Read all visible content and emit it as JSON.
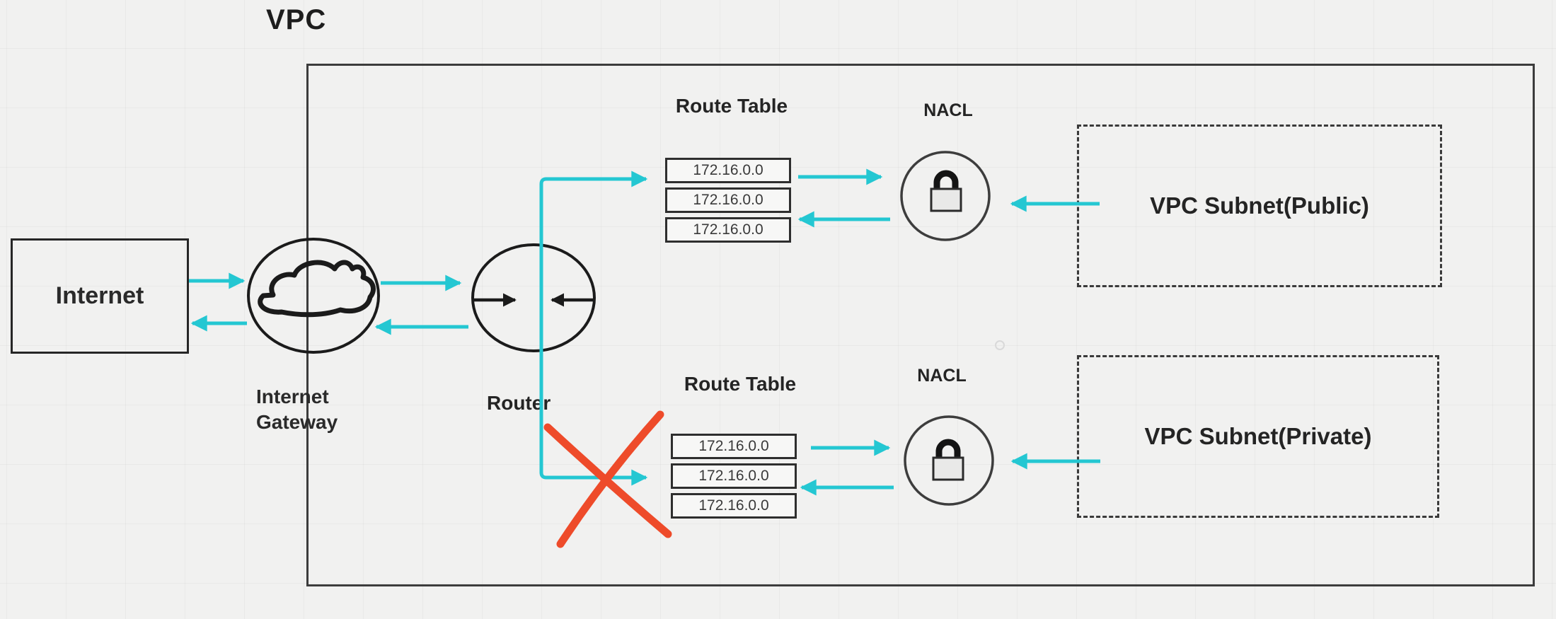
{
  "diagram": {
    "title": "VPC",
    "internet": {
      "label": "Internet"
    },
    "internet_gateway": {
      "label": "Internet Gateway",
      "icon": "cloud-icon"
    },
    "router": {
      "label": "Router",
      "icon": "bidirectional-arrows-icon"
    },
    "route_table_top": {
      "title": "Route Table",
      "rows": [
        "172.16.0.0",
        "172.16.0.0",
        "172.16.0.0"
      ]
    },
    "route_table_bottom": {
      "title": "Route Table",
      "rows": [
        "172.16.0.0",
        "172.16.0.0",
        "172.16.0.0"
      ]
    },
    "nacl_top": {
      "label": "NACL",
      "icon": "lock-icon"
    },
    "nacl_bottom": {
      "label": "NACL",
      "icon": "lock-icon"
    },
    "subnet_public": {
      "label": "VPC Subnet(Public)"
    },
    "subnet_private": {
      "label": "VPC Subnet(Private)"
    },
    "colors": {
      "flow_arrow_cyan": "#24c7d2",
      "blocked_cross_red": "#ee4b2a",
      "shape_stroke_black": "#1b1b1b",
      "background": "#f1f1f0"
    }
  }
}
